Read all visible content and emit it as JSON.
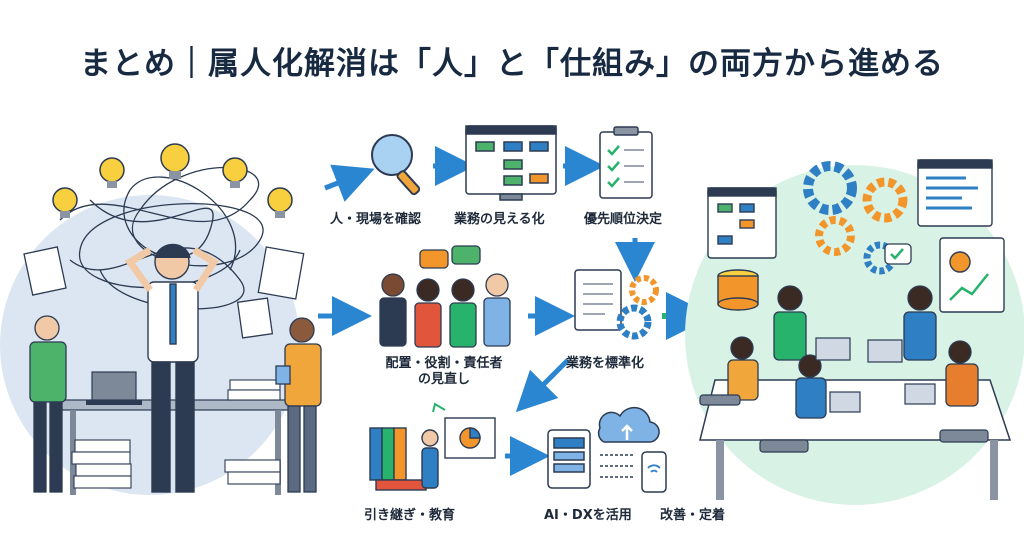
{
  "title": "まとめ｜属人化解消は「人」と「仕組み」の両方から進める",
  "steps": {
    "investigate": "人・現場を確認",
    "visualize": "業務の見える化",
    "prioritize": "優先順位決定",
    "reassign_line1": "配置・役割・責任者",
    "reassign_line2": "の見直し",
    "standardize": "業務を標準化",
    "handover": "引き継ぎ・教育",
    "ai_dx": "AI・DXを活用",
    "establish": "改善・定着"
  },
  "colors": {
    "arrow": "#2a86d1",
    "navy": "#1e3150",
    "chaos_bg": "#dce6f3",
    "goal_bg": "#d9f2e6",
    "gear_orange": "#f2962c",
    "gear_blue": "#2f7fc4",
    "bulb": "#f7cf3f"
  }
}
